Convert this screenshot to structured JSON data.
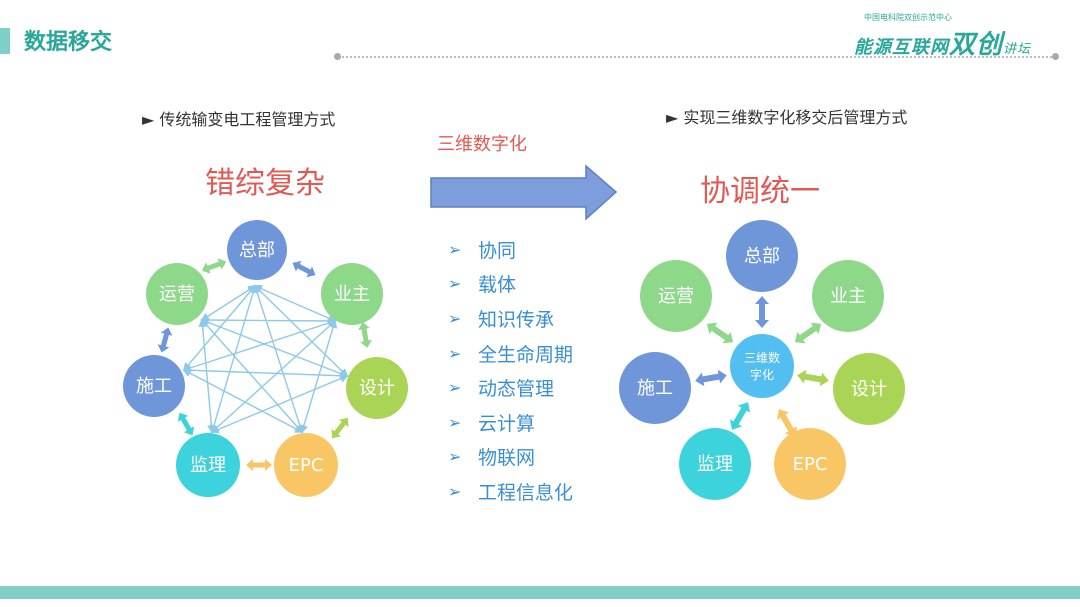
{
  "header": {
    "title": "数据移交",
    "logo_small": "中国电科院双创示范中心",
    "logo_main": "能源互联网",
    "logo_big": "双创",
    "logo_sub": "讲坛"
  },
  "left": {
    "label": "传统输变电工程管理方式",
    "heading": "错综复杂",
    "nodes": {
      "hq": "总部",
      "owner": "业主",
      "design": "设计",
      "epc": "EPC",
      "supervision": "监理",
      "construction": "施工",
      "operation": "运营"
    }
  },
  "middle": {
    "arrow_label": "三维数字化",
    "features": [
      "协同",
      "载体",
      "知识传承",
      "全生命周期",
      "动态管理",
      "云计算",
      "物联网",
      "工程信息化"
    ]
  },
  "right": {
    "label": "实现三维数字化移交后管理方式",
    "heading": "协调统一",
    "center_line1": "三维数",
    "center_line2": "字化",
    "nodes": {
      "hq": "总部",
      "owner": "业主",
      "design": "设计",
      "epc": "EPC",
      "supervision": "监理",
      "construction": "施工",
      "operation": "运营"
    }
  },
  "colors": {
    "accent": "#2aa79b",
    "heading_red": "#e05a55",
    "feature_blue": "#3a8fd4",
    "node_blue": "#6f96d8",
    "node_green": "#8ed88a",
    "node_lime": "#a9d456",
    "node_orange": "#f8c665",
    "node_cyan": "#3dd3dc",
    "center_blue": "#53bff1"
  }
}
